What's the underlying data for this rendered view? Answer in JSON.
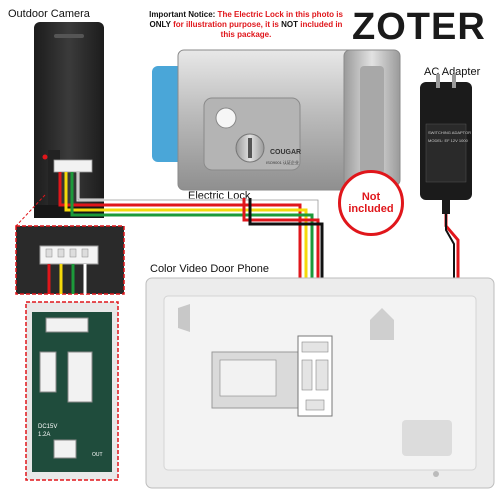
{
  "brand": {
    "logo": "ZOTER",
    "color": "#1a1a1a",
    "accent": "#2a8fd6"
  },
  "notice": {
    "prefix": "Important Notice:",
    "text1": " The Electric Lock in this photo is ",
    "only": "ONLY",
    "text2": " for illustration purpose, it is ",
    "not": "NOT",
    "text3": " included in this package.",
    "color": "#e0161b"
  },
  "labels": {
    "outdoor_camera": "Outdoor Camera",
    "electric_lock": "Electric Lock",
    "ac_adapter": "AC Adapter",
    "color_video_door_phone": "Color Video Door Phone"
  },
  "lock": {
    "brand": "COUGAR",
    "cert": "ISO9001 认证企业"
  },
  "not_included": {
    "line1": "Not",
    "line2": "included"
  },
  "adapter": {
    "title": "SWITCHING ADAPTOR",
    "model": "MODEL: EF 12V 1000"
  },
  "board": {
    "power": "DC15V",
    "current": "1.2A",
    "label_out": "OUT"
  },
  "icons": [
    "camera-icon",
    "lock-icon",
    "power-plug-icon",
    "door-phone-icon"
  ]
}
